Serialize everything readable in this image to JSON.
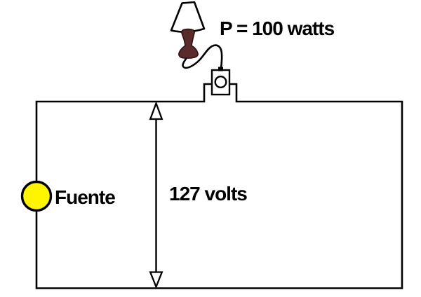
{
  "diagram": {
    "power_label": "P = 100 watts",
    "source_label": "Fuente",
    "voltage_label": "127 volts",
    "colors": {
      "wire": "#000000",
      "source_fill": "#FFF500",
      "lamp_base_fill": "#5A2B2B",
      "shade_fill": "#FFFFFF",
      "background": "#FFFFFF"
    },
    "icons": {
      "lamp": "table-lamp-icon",
      "outlet": "plug-outlet-icon",
      "source": "source-node-icon",
      "voltage_arrow": "voltage-arrow-icon"
    }
  }
}
